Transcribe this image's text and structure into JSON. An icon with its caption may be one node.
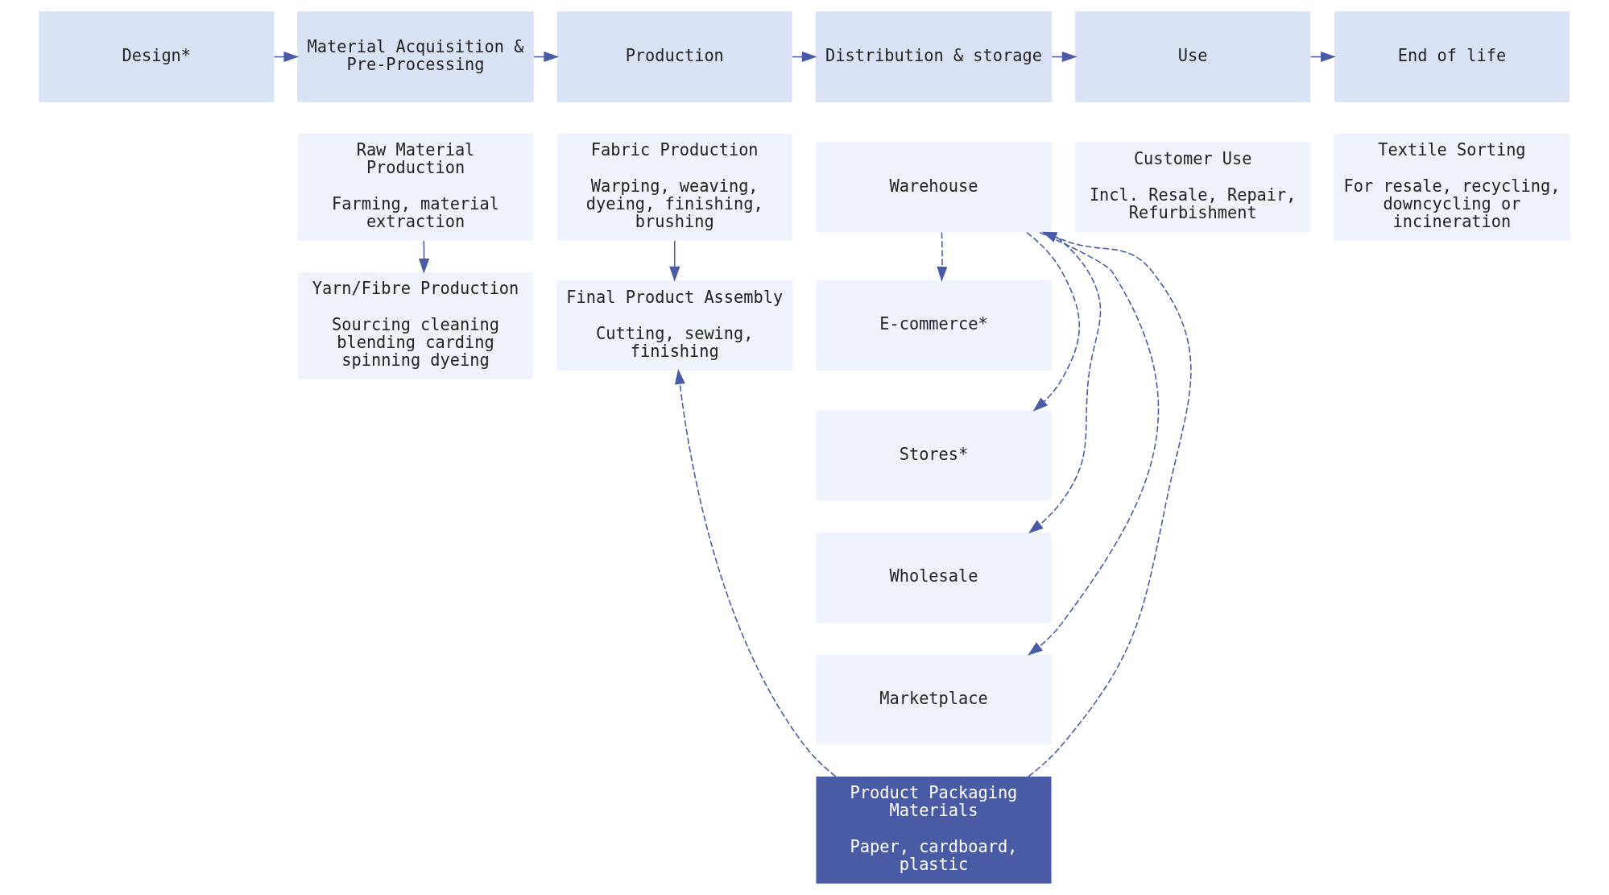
{
  "diagram": {
    "nodes": [
      {
        "text": [
          "Design*"
        ]
      },
      {
        "text": [
          "Material Acquisition & Pre-Processing"
        ]
      },
      {
        "text": [
          "Production"
        ]
      },
      {
        "text": [
          "Distribution & storage"
        ]
      },
      {
        "text": [
          "Use"
        ]
      },
      {
        "text": [
          "End of life"
        ]
      },
      {
        "text": [
          "Raw Material Production",
          "Farming, material extraction"
        ]
      },
      {
        "text": [
          "Fabric Production",
          "Warping, weaving, dyeing, finishing, brushing"
        ]
      },
      {
        "text": [
          "Warehouse"
        ]
      },
      {
        "text": [
          "Customer Use",
          "Incl. Resale, Repair, Refurbishment"
        ]
      },
      {
        "text": [
          "Textile Sorting",
          "For resale, recycling, downcycling or incineration"
        ]
      },
      {
        "text": [
          "E-commerce*"
        ]
      },
      {
        "text": [
          "Stores*"
        ]
      },
      {
        "text": [
          "Wholesale"
        ]
      },
      {
        "text": [
          "Marketplace"
        ]
      },
      {
        "text": [
          "Yarn/Fibre Production",
          "Sourcing cleaning blending carding spinning dyeing"
        ]
      },
      {
        "text": [
          "Final Product Assembly",
          "Cutting, sewing, finishing"
        ]
      },
      {
        "text": [
          "Product Packaging Materials",
          "Paper, cardboard, plastic"
        ]
      }
    ],
    "edges": [
      {
        "from": 0,
        "to": 1,
        "arrow": "to"
      },
      {
        "from": 1,
        "to": 2,
        "arrow": "to"
      },
      {
        "from": 2,
        "to": 3,
        "arrow": "to"
      },
      {
        "from": 3,
        "to": 4,
        "arrow": "to"
      },
      {
        "from": 4,
        "to": 5,
        "arrow": "to"
      },
      {
        "from": 6,
        "to": 15,
        "arrow": "to"
      },
      {
        "from": 7,
        "to": 16,
        "arrow": "to"
      },
      {
        "from": 17,
        "to": 16,
        "arrow": "to",
        "style": "dashed"
      },
      {
        "from": 17,
        "to": 8,
        "arrow": "to",
        "style": "dashed"
      },
      {
        "from": 8,
        "to": 11,
        "arrow": "to",
        "style": "dashed"
      },
      {
        "from": 8,
        "to": 12,
        "arrow": "to",
        "style": "dashed"
      },
      {
        "from": 8,
        "to": 13,
        "arrow": "to",
        "style": "dashed"
      },
      {
        "from": 8,
        "to": 14,
        "arrow": "to",
        "style": "dashed"
      }
    ]
  }
}
